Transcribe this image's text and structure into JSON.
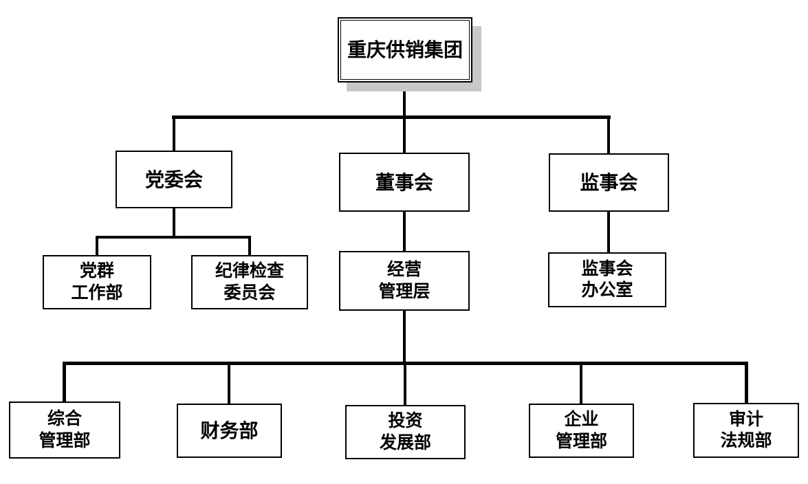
{
  "org": {
    "root": {
      "label": "重庆供销集团"
    },
    "party_committee": {
      "label": "党委会"
    },
    "board_of_directors": {
      "label": "董事会"
    },
    "supervisory_board": {
      "label": "监事会"
    },
    "party_masses_dept": {
      "label": "党群\n工作部"
    },
    "discipline_committee": {
      "label": "纪律检查\n委员会"
    },
    "management_level": {
      "label": "经营\n管理层"
    },
    "supervisory_office": {
      "label": "监事会\n办公室"
    },
    "general_admin_dept": {
      "label": "综合\n管理部"
    },
    "finance_dept": {
      "label": "财务部"
    },
    "investment_dev_dept": {
      "label": "投资\n发展部"
    },
    "enterprise_mgmt_dept": {
      "label": "企业\n管理部"
    },
    "audit_legal_dept": {
      "label": "审计\n法规部"
    }
  },
  "colors": {
    "background": "#ffffff",
    "line": "#000000",
    "box_border": "#000000",
    "box_fill": "#ffffff",
    "root_shadow": "#c8c8c8"
  }
}
